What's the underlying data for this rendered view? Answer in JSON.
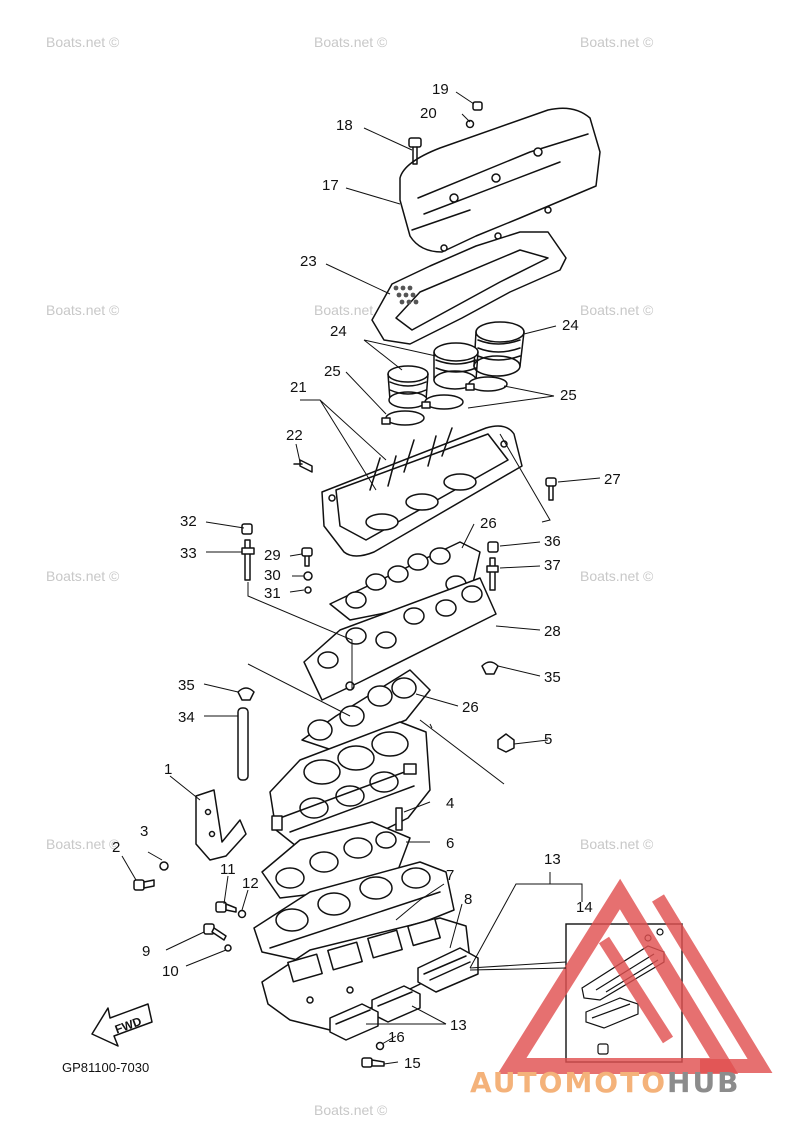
{
  "watermark": "Boats.net ©",
  "diagram_code": "GP81100-7030",
  "fwd_label": "FWD",
  "brand": {
    "part1": "AUTOMOTO",
    "part2": "HUB",
    "color_main": "#e05050",
    "color_text": "#f4b27a",
    "color_hub": "#8c8c8c"
  },
  "callouts": {
    "c1": "1",
    "c2": "2",
    "c3": "3",
    "c4": "4",
    "c5": "5",
    "c6": "6",
    "c7": "7",
    "c8": "8",
    "c9": "9",
    "c10": "10",
    "c11": "11",
    "c12": "12",
    "c13a": "13",
    "c13b": "13",
    "c14": "14",
    "c15": "15",
    "c16": "16",
    "c17": "17",
    "c18": "18",
    "c19": "19",
    "c20": "20",
    "c21": "21",
    "c22": "22",
    "c23": "23",
    "c24a": "24",
    "c24b": "24",
    "c25a": "25",
    "c25b": "25",
    "c26a": "26",
    "c26b": "26",
    "c27": "27",
    "c28": "28",
    "c29": "29",
    "c30": "30",
    "c31": "31",
    "c32": "32",
    "c33": "33",
    "c34": "34",
    "c35a": "35",
    "c35b": "35",
    "c36": "36",
    "c37": "37"
  }
}
